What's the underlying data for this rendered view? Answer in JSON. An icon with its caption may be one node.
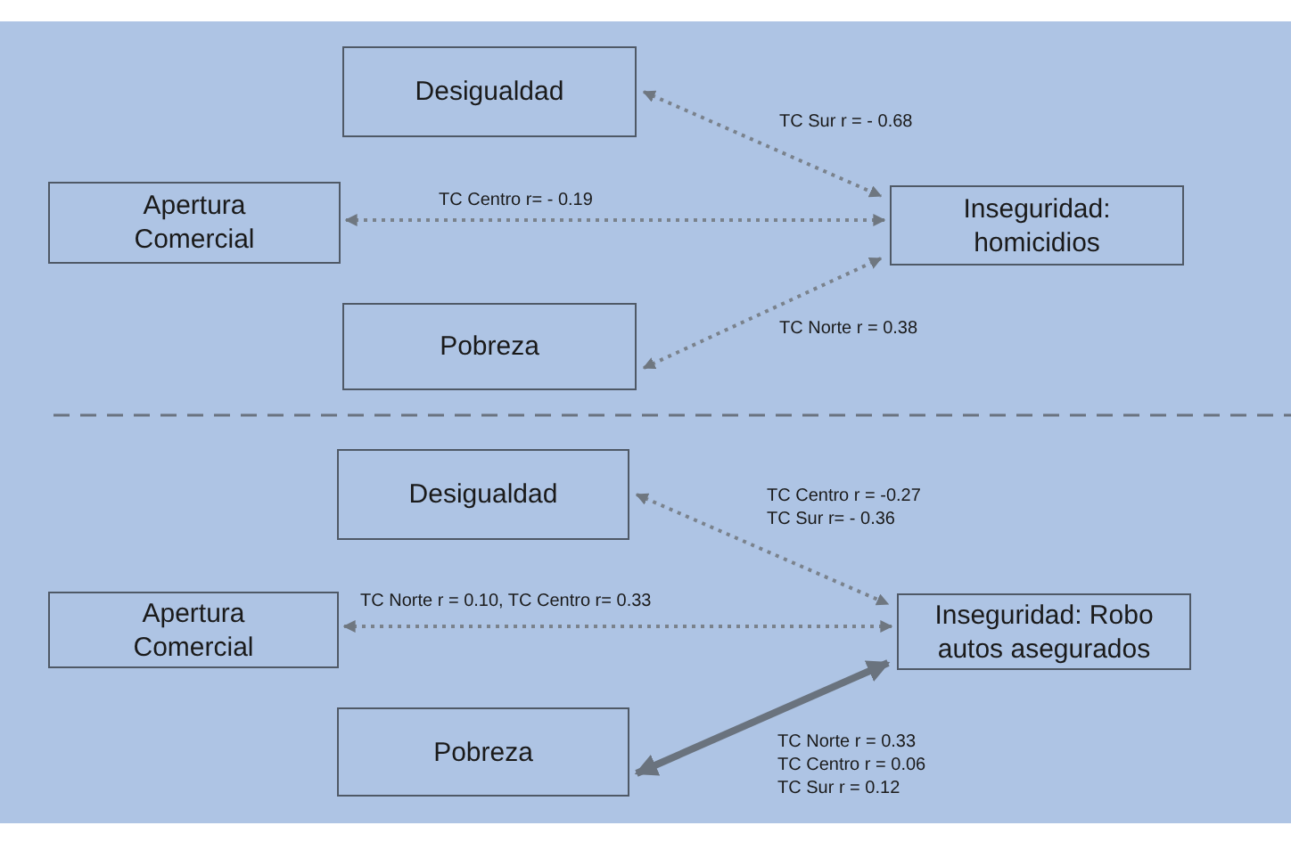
{
  "diagram": {
    "nodes": [
      {
        "text": [
          "Desigualdad"
        ]
      },
      {
        "text": [
          "Apertura Comercial"
        ]
      },
      {
        "text": [
          "Inseguridad: homicidios"
        ]
      },
      {
        "text": [
          "Pobreza"
        ]
      },
      {
        "text": [
          "Desigualdad"
        ]
      },
      {
        "text": [
          "Apertura Comercial"
        ]
      },
      {
        "text": [
          "Inseguridad: Robo autos asegurados"
        ]
      },
      {
        "text": [
          "Pobreza"
        ]
      }
    ],
    "edges": [
      {
        "from": 0,
        "to": 2,
        "arrow": "both",
        "style": "dashed",
        "label": "TC Sur r = - 0.68"
      },
      {
        "from": 1,
        "to": 2,
        "arrow": "both",
        "style": "dashed",
        "label": "TC Centro r= - 0.19"
      },
      {
        "from": 3,
        "to": 2,
        "arrow": "both",
        "style": "dashed",
        "label": "TC Norte r = 0.38"
      },
      {
        "from": 4,
        "to": 6,
        "arrow": "both",
        "style": "dashed",
        "label": "TC Centro r = -0.27 TC Sur r= - 0.36"
      },
      {
        "from": 5,
        "to": 6,
        "arrow": "both",
        "style": "dashed",
        "label": "TC Norte r = 0.10, TC Centro r= 0.33"
      },
      {
        "from": 7,
        "to": 6,
        "arrow": "both",
        "style": "thick",
        "label": "TC Norte r = 0.33 TC Centro r = 0.06 TC Sur r = 0.12"
      }
    ]
  }
}
